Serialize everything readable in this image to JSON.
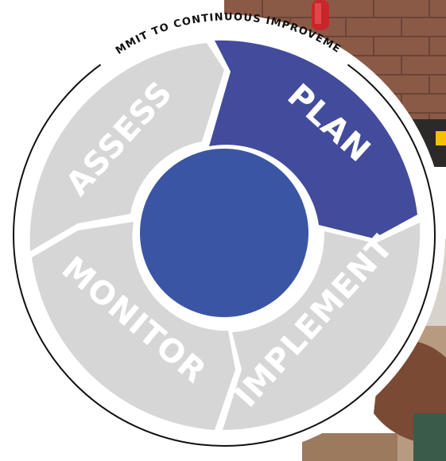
{
  "title": "COMMIT TO CONTINUOUS IMPROVEMENT",
  "segments": [
    {
      "label": "PLAN",
      "active": true
    },
    {
      "label": "IMPLEMENT",
      "active": false
    },
    {
      "label": "MONITOR",
      "active": false
    },
    {
      "label": "ASSESS",
      "active": false
    }
  ],
  "colors": {
    "active_segment": "#434b9c",
    "inactive_segment": "#d6d6d6",
    "center_circle": "#3a55a4",
    "ring": "#ffffff",
    "outline": "#111111",
    "label_text": "#ffffff"
  }
}
